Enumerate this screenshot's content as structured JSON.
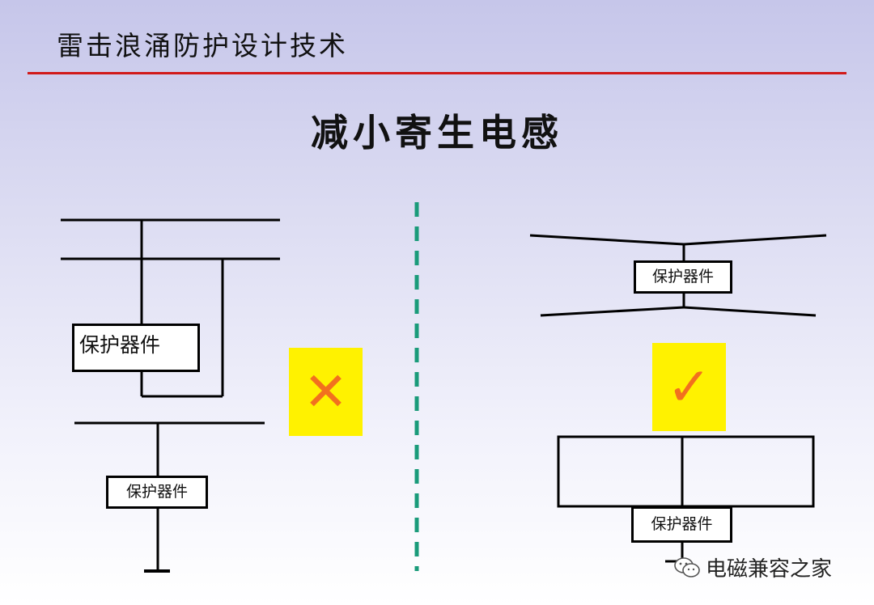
{
  "header": {
    "title": "雷击浪涌防护设计技术"
  },
  "slide": {
    "title": "减小寄生电感"
  },
  "left_panel": {
    "upper_component_label": "保护器件",
    "lower_component_label": "保护器件",
    "verdict_symbol": "✕",
    "verdict_color": "#f2701e"
  },
  "right_panel": {
    "upper_component_label": "保护器件",
    "lower_component_label": "保护器件",
    "verdict_symbol": "✓",
    "verdict_color": "#f2701e"
  },
  "colors": {
    "rule": "#d11a1a",
    "divider": "#1a9b7a",
    "badge": "#fff200"
  },
  "watermark": {
    "text": "电磁兼容之家",
    "icon": "wechat-icon"
  }
}
